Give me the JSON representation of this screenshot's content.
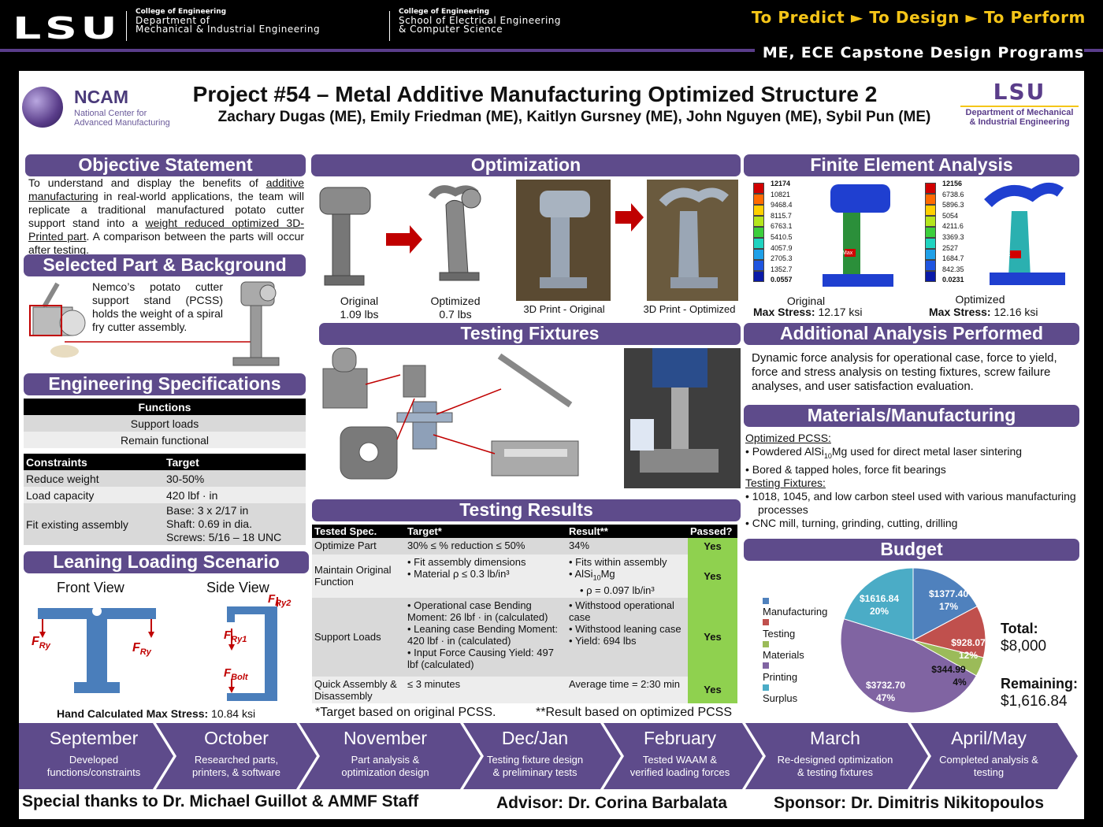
{
  "header": {
    "lsu": "LSU",
    "college_1_small": "College of Engineering",
    "college_1_big_a": "Department of",
    "college_1_big_b": "Mechanical & Industrial Engineering",
    "college_2_small": "College of Engineering",
    "college_2_big_a": "School of Electrical Engineering",
    "college_2_big_b": "& Computer Science",
    "tagline": "To Predict ► To Design ► To Perform",
    "program": "ME, ECE Capstone Design Programs"
  },
  "title_block": {
    "ncam": "NCAM",
    "ncam_sub_a": "National Center for",
    "ncam_sub_b": "Advanced Manufacturing",
    "project_title": "Project #54 – Metal Additive Manufacturing Optimized Structure 2",
    "authors": "Zachary Dugas (ME), Emily Friedman (ME), Kaitlyn Gursney (ME), John Nguyen (ME), Sybil Pun (ME)",
    "lsu_mark": "LSU",
    "lsu_sub_a": "Department of Mechanical",
    "lsu_sub_b": "& Industrial Engineering"
  },
  "objective": {
    "title": "Objective Statement",
    "t1": "To understand and display the benefits of ",
    "u1": "additive manufacturing",
    "t2": " in real-world applications, the team will replicate a traditional manufactured potato cutter support stand into a ",
    "u2": "weight reduced optimized 3D-Printed part",
    "t3": ". A comparison between the parts will occur after testing."
  },
  "selected": {
    "title": "Selected Part & Background",
    "text": "Nemco’s potato cutter support stand (PCSS) holds the weight of a spiral fry cutter assembly."
  },
  "specs": {
    "title": "Engineering Specifications",
    "functions_header": "Functions",
    "functions": [
      "Support loads",
      "Remain functional"
    ],
    "constraints_header": "Constraints",
    "target_header": "Target",
    "rows": [
      {
        "c": "Reduce weight",
        "t": "30-50%"
      },
      {
        "c": "Load capacity",
        "t": "420 lbf · in"
      },
      {
        "c": "Fit existing assembly",
        "t1": "Base: 3 x 2/17 in",
        "t2": "Shaft: 0.69 in dia.",
        "t3": "Screws: 5/16 – 18 UNC"
      }
    ]
  },
  "leaning": {
    "title": "Leaning Loading Scenario",
    "front": "Front View",
    "side": "Side View",
    "f_ry": "F",
    "sub_ry": "Ry",
    "sub_ry1": "Ry1",
    "sub_ry2": "Ry2",
    "sub_bolt": "Bolt",
    "stress_label": "Hand Calculated Max Stress:",
    "stress_value": " 10.84  ksi"
  },
  "optimization": {
    "title": "Optimization",
    "orig_label": "Original",
    "orig_weight": "1.09 lbs",
    "opt_label": "Optimized",
    "opt_weight": "0.7 lbs",
    "print_orig": "3D Print - Original",
    "print_opt": "3D Print - Optimized"
  },
  "fixtures": {
    "title": "Testing Fixtures"
  },
  "results": {
    "title": "Testing Results",
    "headers": [
      "Tested Spec.",
      "Target*",
      "Result**",
      "Passed?"
    ],
    "r1": {
      "spec": "Optimize Part",
      "target": "30% ≤ % reduction ≤ 50%",
      "result": "34%",
      "pass": "Yes"
    },
    "r2": {
      "spec": "Maintain Original Function",
      "target_a": "Fit assembly dimensions",
      "target_b": "Material ρ ≤ 0.3 lb/in³",
      "result_a": "Fits within assembly",
      "result_b1": "AlSi",
      "result_b_sub": "10",
      "result_b2": "Mg",
      "result_b3": "ρ = 0.097 lb/in³",
      "pass": "Yes"
    },
    "r3": {
      "spec": "Support Loads",
      "target_a": "Operational case Bending Moment: 26 lbf · in (calculated)",
      "target_b": "Leaning case Bending Moment: 420 lbf · in (calculated)",
      "target_c": "Input Force Causing Yield: 497 lbf (calculated)",
      "result_a": "Withstood operational case",
      "result_b": "Withstood leaning case",
      "result_c": "Yield: 694 lbs",
      "pass": "Yes"
    },
    "r4": {
      "spec": "Quick Assembly & Disassembly",
      "target": "≤ 3 minutes",
      "result": "Average time = 2:30 min",
      "pass": "Yes"
    },
    "note1": "*Target based on original PCSS.",
    "note2": "**Result based on optimized PCSS"
  },
  "fea": {
    "title": "Finite Element Analysis",
    "left_scale": [
      "12174",
      "10821",
      "9468.4",
      "8115.7",
      "6763.1",
      "5410.5",
      "4057.9",
      "2705.3",
      "1352.7",
      "0.0557"
    ],
    "right_scale": [
      "12156",
      "6738.6",
      "5896.3",
      "5054",
      "4211.6",
      "3369.3",
      "2527",
      "1684.7",
      "842.35",
      "0.0231"
    ],
    "max": "Max",
    "orig_label": "Original",
    "opt_label": "Optimized",
    "stress_label": "Max Stress:",
    "orig_stress": " 12.17 ksi",
    "opt_stress": " 12.16 ksi"
  },
  "additional": {
    "title": "Additional Analysis Performed",
    "text": "Dynamic force analysis for operational case, force to yield, force and stress analysis on testing fixtures, screw failure analyses, and user satisfaction evaluation."
  },
  "materials": {
    "title": "Materials/Manufacturing",
    "h1": "Optimized PCSS:",
    "i1a": "Powdered AlSi",
    "i1_sub": "10",
    "i1b": "Mg used for direct metal laser sintering",
    "i2": "Bored & tapped holes, force fit bearings",
    "h2": "Testing Fixtures:",
    "i3": "1018, 1045, and low carbon steel used with various manufacturing processes",
    "i4": "CNC mill, turning, grinding, cutting, drilling"
  },
  "budget": {
    "title": "Budget",
    "total_label": "Total:",
    "total_value": "$8,000",
    "remaining_label": "Remaining:",
    "remaining_value": "$1,616.84"
  },
  "chart_data": {
    "type": "pie",
    "categories": [
      "Manufacturing",
      "Testing",
      "Materials",
      "Printing",
      "Surplus"
    ],
    "values": [
      1377.4,
      928.07,
      344.99,
      3732.7,
      1616.84
    ],
    "value_labels": [
      "$1377.40",
      "$928.07",
      "$344.99",
      "$3732.70",
      "$1616.84"
    ],
    "percent_labels": [
      "17%",
      "12%",
      "4%",
      "47%",
      "20%"
    ],
    "colors": [
      "#4f81bd",
      "#c0504d",
      "#9bbb59",
      "#8064a2",
      "#4bacc6"
    ],
    "legend": "left"
  },
  "timeline": [
    {
      "m": "September",
      "d1": "Developed",
      "d2": "functions/constraints"
    },
    {
      "m": "October",
      "d1": "Researched parts,",
      "d2": "printers, & software"
    },
    {
      "m": "November",
      "d1": "Part analysis &",
      "d2": "optimization design"
    },
    {
      "m": "Dec/Jan",
      "d1": "Testing fixture design",
      "d2": "& preliminary tests"
    },
    {
      "m": "February",
      "d1": "Tested WAAM &",
      "d2": "verified loading forces"
    },
    {
      "m": "March",
      "d1": "Re-designed optimization",
      "d2": "& testing fixtures"
    },
    {
      "m": "April/May",
      "d1": "Completed analysis &",
      "d2": "testing"
    }
  ],
  "footer": {
    "thanks": "Special thanks to Dr. Michael Guillot & AMMF Staff",
    "advisor": "Advisor: Dr. Corina Barbalata",
    "sponsor": "Sponsor: Dr. Dimitris Nikitopoulos"
  },
  "colors": {
    "purple": "#5e4b8b",
    "gold": "#f5c518",
    "pass_green": "#8fd14f"
  }
}
